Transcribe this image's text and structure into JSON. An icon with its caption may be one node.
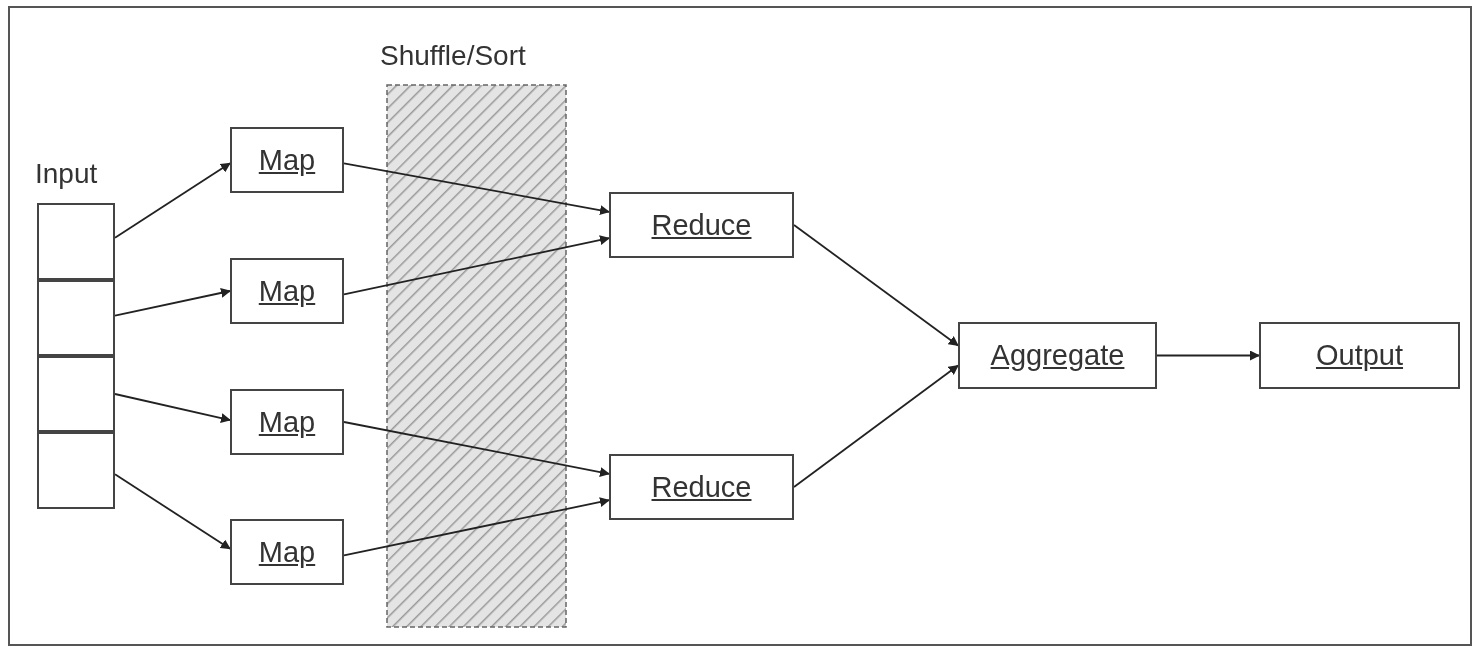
{
  "diagram": {
    "nodes": [
      {
        "text": [
          "Input"
        ]
      },
      {
        "text": [],
        "shape": "box",
        "in": 0
      },
      {
        "text": [],
        "shape": "box",
        "in": 0
      },
      {
        "text": [],
        "shape": "box",
        "in": 0
      },
      {
        "text": [],
        "shape": "box",
        "in": 0
      },
      {
        "text": [
          "Map"
        ]
      },
      {
        "text": [
          "Map"
        ]
      },
      {
        "text": [
          "Map"
        ]
      },
      {
        "text": [
          "Map"
        ]
      },
      {
        "text": [
          "Reduce"
        ]
      },
      {
        "text": [
          "Reduce"
        ]
      },
      {
        "text": [
          "Aggregate"
        ]
      },
      {
        "text": [
          "Output"
        ]
      }
    ],
    "edges": [
      {
        "from": 1,
        "to": 5,
        "arrow": "to"
      },
      {
        "from": 2,
        "to": 6,
        "arrow": "to"
      },
      {
        "from": 3,
        "to": 7,
        "arrow": "to"
      },
      {
        "from": 4,
        "to": 8,
        "arrow": "to"
      },
      {
        "from": 5,
        "to": 9,
        "arrow": "to"
      },
      {
        "from": 6,
        "to": 9,
        "arrow": "to"
      },
      {
        "from": 7,
        "to": 10,
        "arrow": "to"
      },
      {
        "from": 8,
        "to": 10,
        "arrow": "to"
      },
      {
        "from": 9,
        "to": 11,
        "arrow": "to"
      },
      {
        "from": 10,
        "to": 11,
        "arrow": "to"
      },
      {
        "from": 11,
        "to": 12,
        "arrow": "to"
      }
    ],
    "labels": [
      "Shuffle/Sort"
    ]
  }
}
